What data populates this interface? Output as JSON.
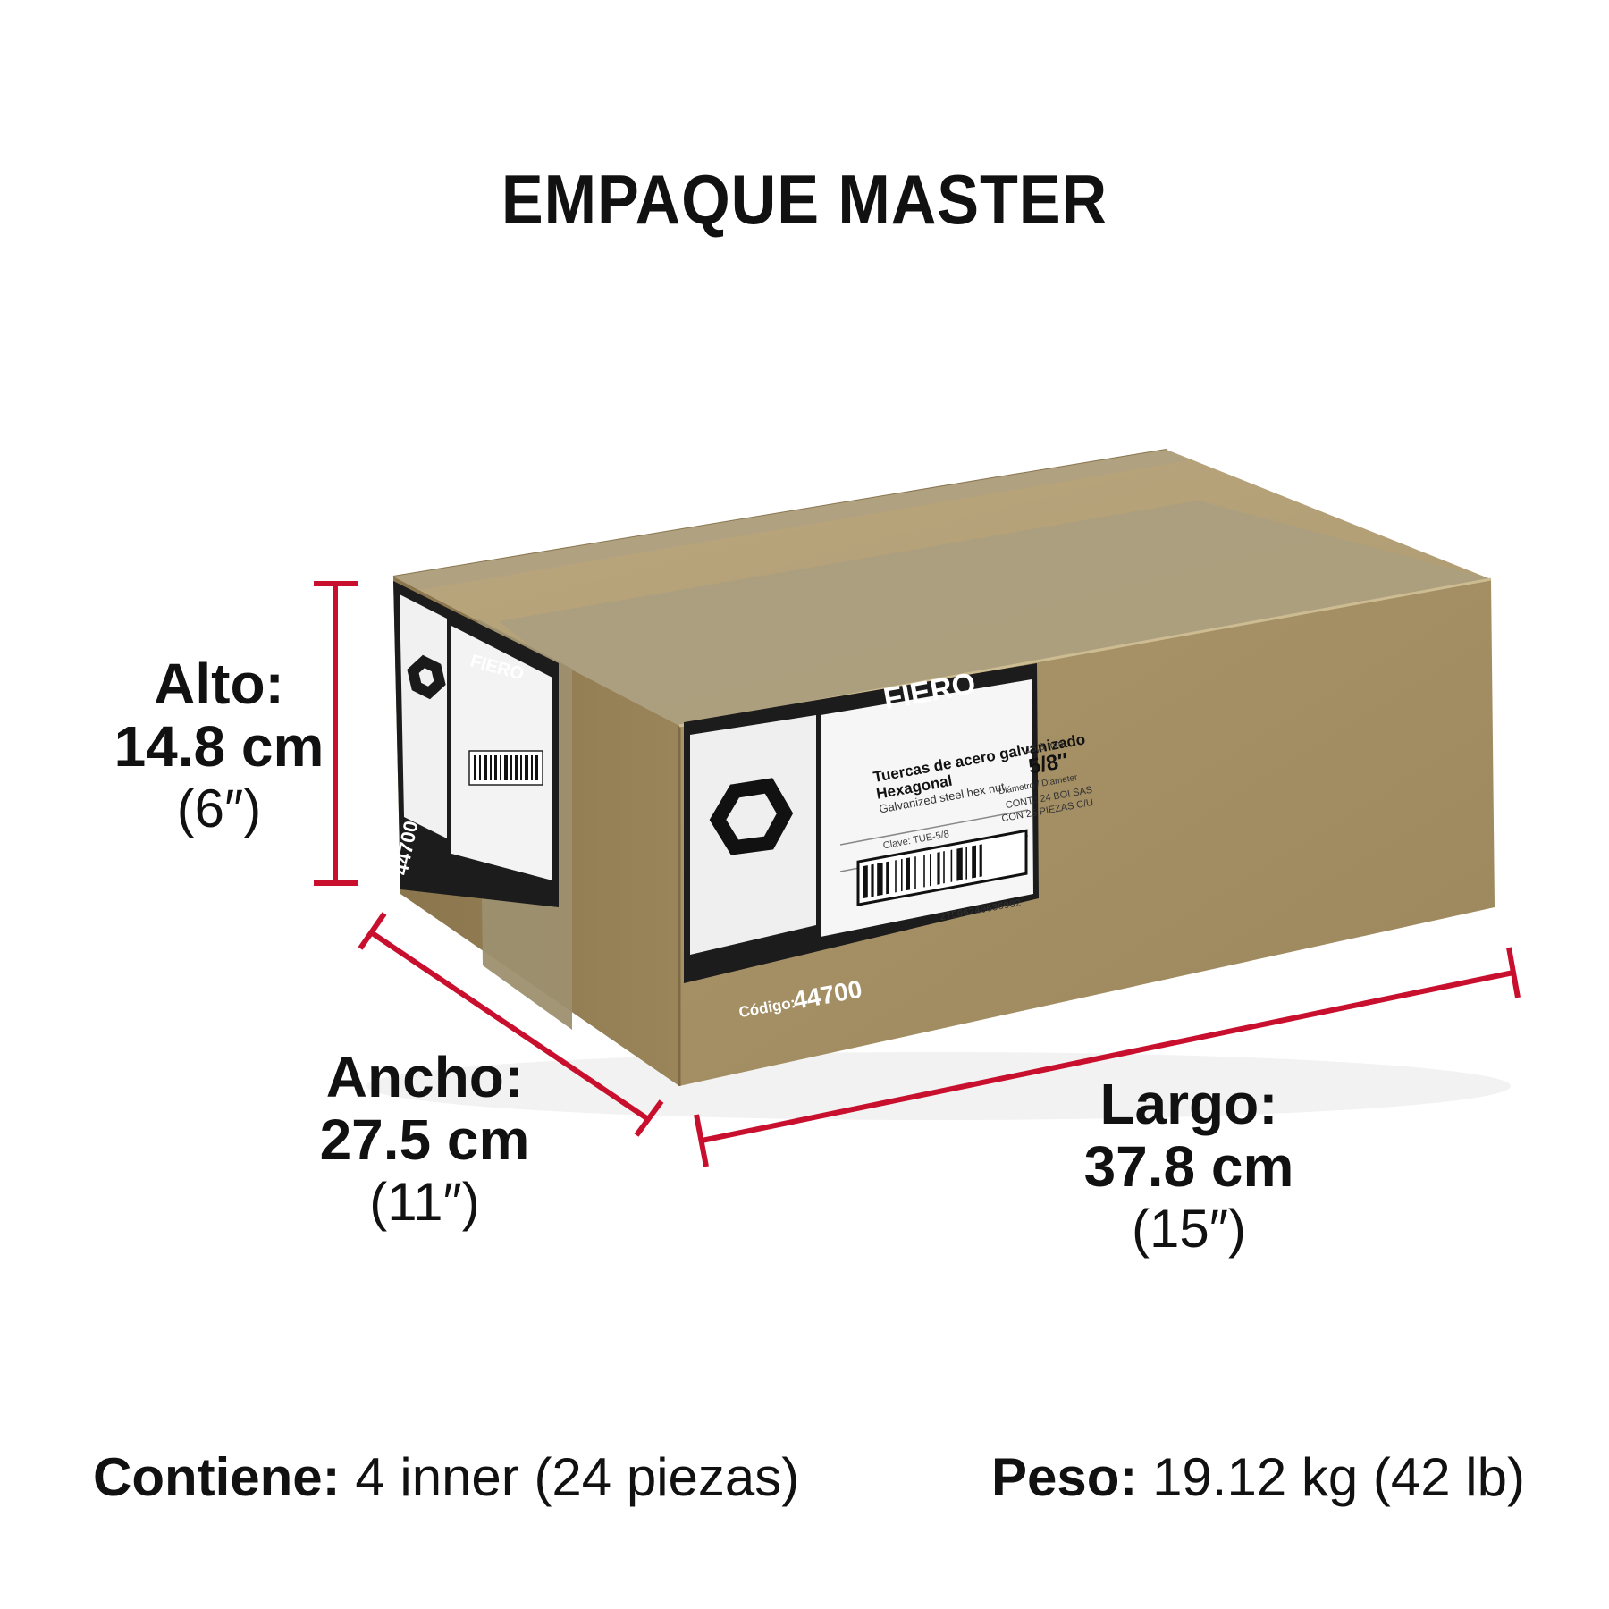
{
  "title": "EMPAQUE MASTER",
  "dimensions": {
    "alto": {
      "label": "Alto:",
      "metric": "14.8 cm",
      "imperial": "(6″)"
    },
    "ancho": {
      "label": "Ancho:",
      "metric": "27.5 cm",
      "imperial": "(11″)"
    },
    "largo": {
      "label": "Largo:",
      "metric": "37.8 cm",
      "imperial": "(15″)"
    }
  },
  "contents": {
    "label": "Contiene:",
    "value": "4 inner (24 piezas)"
  },
  "weight": {
    "label": "Peso:",
    "value": "19.12 kg (42 lb)"
  },
  "box_label": {
    "brand": "FIERO",
    "product": "Tuercas de acero galvanizado",
    "product_type": "Hexagonal",
    "product_en": "Galvanized steel hex nut",
    "size_mm": "15,8 mm",
    "size_in": "5/8″",
    "size_caption": "Diámetro / Diameter",
    "content_line1": "CONT.: 24 BOLSAS",
    "content_line2": "CON 25 PIEZAS C/U",
    "clave": "Clave: TUE-5/8",
    "barcode": "27506240636902",
    "code_label": "Código:",
    "code": "44700"
  },
  "colors": {
    "dimension_line": "#c8102e",
    "cardboard_front": "#a48e65",
    "cardboard_top": "#b8a47c",
    "cardboard_side": "#907a52",
    "tape": "#ada080",
    "label_dark": "#1c1c1c"
  }
}
